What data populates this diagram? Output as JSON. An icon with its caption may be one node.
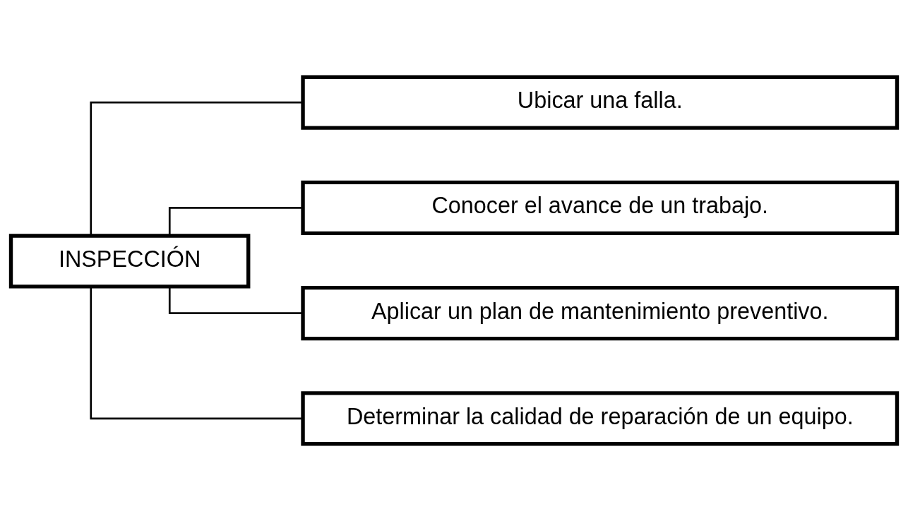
{
  "diagram": {
    "nodes": [
      {
        "text": [
          "INSPECCIÓN"
        ]
      },
      {
        "text": [
          "Ubicar una falla."
        ]
      },
      {
        "text": [
          "Conocer el avance de un trabajo."
        ]
      },
      {
        "text": [
          "Aplicar un plan de mantenimiento preventivo."
        ]
      },
      {
        "text": [
          "Determinar la calidad de reparación de un equipo."
        ]
      }
    ],
    "edges": [
      {
        "from": 0,
        "to": 1,
        "arrow": "none"
      },
      {
        "from": 0,
        "to": 2,
        "arrow": "none"
      },
      {
        "from": 0,
        "to": 3,
        "arrow": "none"
      },
      {
        "from": 0,
        "to": 4,
        "arrow": "none"
      }
    ]
  }
}
